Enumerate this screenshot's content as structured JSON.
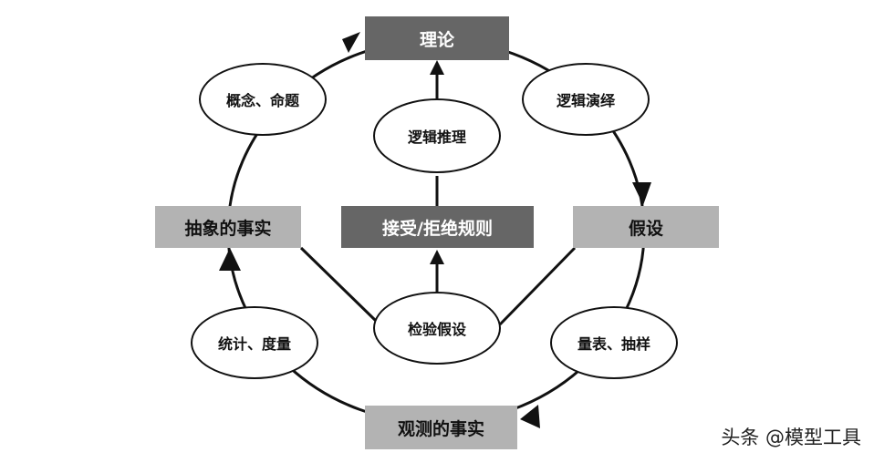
{
  "diagram": {
    "boxes": {
      "theory": "理论",
      "hypothesis": "假设",
      "observed_facts": "观测的事实",
      "abstract_facts": "抽象的事实",
      "accept_reject": "接受/拒绝规则"
    },
    "ellipses": {
      "concepts": "概念、命题",
      "logical_deduction": "逻辑演绎",
      "logical_reasoning": "逻辑推理",
      "testing": "检验假设",
      "scales_sampling": "量表、抽样",
      "statistics": "统计、度量"
    },
    "colors": {
      "dark_box": "#666666",
      "light_box": "#b3b3b3",
      "line": "#111111"
    }
  },
  "watermark": "头条 @模型工具"
}
